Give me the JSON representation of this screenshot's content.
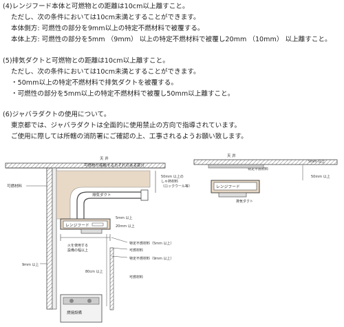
{
  "s4": {
    "heading": "(4)レンジフード本体と可燃物との距離は10cm以上離すこと。",
    "l1": "ただし、次の条件においては10cm未満とすることができます。",
    "l2": "本体側方: 可燃性の部分を9mm以上の特定不燃材料で被覆する。",
    "l3": "本体上方: 可燃性の部分を5mm （9mm） 以上の特定不燃材料で被覆し20mm （10mm） 以上離すこと。"
  },
  "s5": {
    "heading": "(5)排気ダクトと可燃物との距離は10cm以上離すこと。",
    "l1": "ただし、次の条件においては10cm未満とすることができます。",
    "l2": "・50mm以上の特定不燃材料で排気ダクトを被覆する。",
    "l3": "・可燃性の部分を5mm以上の特定不燃材料で被覆し50mm以上離すこと。"
  },
  "s6": {
    "heading": "(6)ジャバラダクトの使用について。",
    "l1": "東京都では、ジャバラダクトは全面的に使用禁止の方向で指導されています。",
    "l2": "ご使用に際しては所轄の消防署にご確認の上、工事されるようお願い致します。"
  },
  "diagram_left": {
    "ceiling": "天 井",
    "combustible_area": "可燃物が接触するおそれのある部分",
    "combustible_material": "可燃材料",
    "duct": "排気ダクト",
    "clearance_50": "50mm 以上の",
    "clearance_50b": "しゃ熱材料",
    "clearance_50c": "（ロックウール等）",
    "hood": "レンジフード",
    "d5": "5mm 以上",
    "d20": "20mm 以上",
    "fire_device": "火を使用する",
    "fire_device2": "設備の幅以上",
    "nc5": "特定不燃材料（5mm 以上）",
    "nc9": "特定不燃材料（9mm 以上）",
    "comb": "可燃材料",
    "d9": "9mm 以上",
    "d80": "80cm 以上",
    "stove": "燃焼設備"
  },
  "diagram_right": {
    "ceiling": "天 井",
    "nc": "特定不燃材料",
    "d5": "5mm 以上",
    "d50": "50mm 以上",
    "hood": "レンジフード",
    "duct": "排気ダクト"
  },
  "colors": {
    "wall": "#e8d9c6",
    "line": "#444444",
    "hatch": "#666666"
  }
}
